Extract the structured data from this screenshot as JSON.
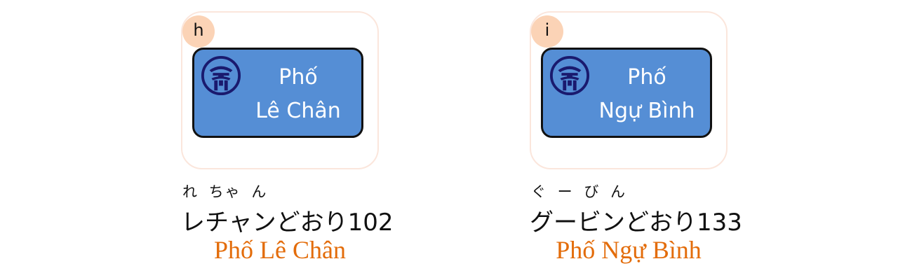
{
  "cards": [
    {
      "badge": "h",
      "sign_line1": "Phố",
      "sign_line2": "Lê Chân",
      "furigana": "れ ちゃ ん",
      "jp_name": "レチャンどおり102",
      "vn_name": "Phố Lê Chân"
    },
    {
      "badge": "i",
      "sign_line1": "Phố",
      "sign_line2": "Ngự Bình",
      "furigana": "ぐ ー び ん",
      "jp_name": "グービンどおり133",
      "vn_name": "Phố Ngự Bình"
    }
  ],
  "colors": {
    "sign_blue": "#558ed5",
    "badge_peach": "#fbd3b6",
    "frame_border": "#fbe6dc",
    "vn_orange": "#e36c0a",
    "emblem_navy": "#1a1a6e"
  },
  "icons": {
    "emblem": "hanoi-emblem-icon"
  }
}
